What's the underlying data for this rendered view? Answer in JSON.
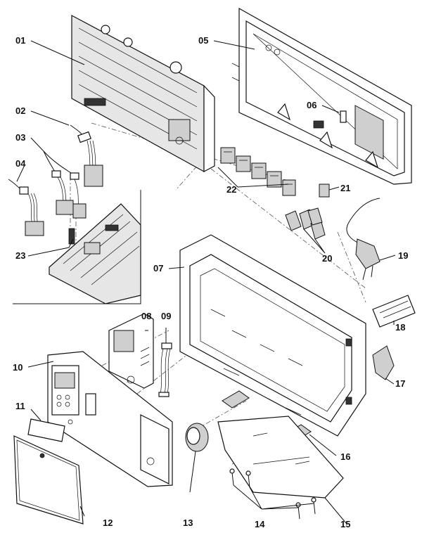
{
  "parts": [
    {
      "id": "p01",
      "label": "01"
    },
    {
      "id": "p02",
      "label": "02"
    },
    {
      "id": "p03",
      "label": "03"
    },
    {
      "id": "p04",
      "label": "04"
    },
    {
      "id": "p05",
      "label": "05"
    },
    {
      "id": "p06",
      "label": "06"
    },
    {
      "id": "p07",
      "label": "07"
    },
    {
      "id": "p08",
      "label": "08"
    },
    {
      "id": "p09",
      "label": "09"
    },
    {
      "id": "p10",
      "label": "10"
    },
    {
      "id": "p11",
      "label": "11"
    },
    {
      "id": "p12",
      "label": "12"
    },
    {
      "id": "p13",
      "label": "13"
    },
    {
      "id": "p14",
      "label": "14"
    },
    {
      "id": "p15",
      "label": "15"
    },
    {
      "id": "p16",
      "label": "16"
    },
    {
      "id": "p17",
      "label": "17"
    },
    {
      "id": "p18",
      "label": "18"
    },
    {
      "id": "p19",
      "label": "19"
    },
    {
      "id": "p20",
      "label": "20"
    },
    {
      "id": "p21",
      "label": "21"
    },
    {
      "id": "p22",
      "label": "22"
    },
    {
      "id": "p23",
      "label": "23"
    }
  ]
}
